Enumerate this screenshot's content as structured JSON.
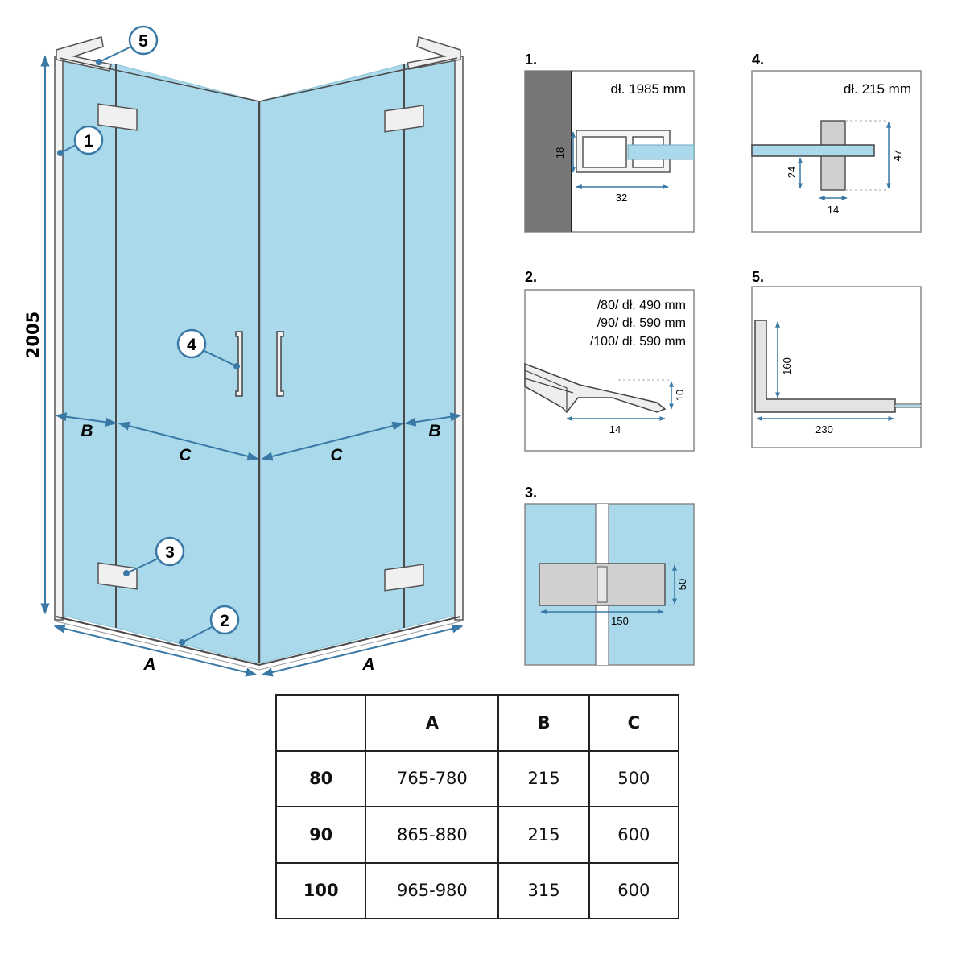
{
  "colors": {
    "glass": "#a9d9ea",
    "glass_edge": "#8cc3d6",
    "frame": "#777777",
    "dim_line": "#3a79a6",
    "wall": "#777777",
    "detail_bg": "#a9d9ea",
    "hardware": "#d9d9d9"
  },
  "main": {
    "height_label": "2005",
    "label_a_left": "A",
    "label_a_right": "A",
    "label_b_left": "B",
    "label_b_right": "B",
    "label_c_left": "C",
    "label_c_right": "C",
    "callouts": [
      "1",
      "2",
      "3",
      "4",
      "5"
    ]
  },
  "details": {
    "d1": {
      "number": "1.",
      "length": "dł. 1985 mm",
      "dim_h": "18",
      "dim_w": "32"
    },
    "d2": {
      "number": "2.",
      "lines": [
        "/80/ dł. 490 mm",
        "/90/ dł. 590 mm",
        "/100/ dł. 590 mm"
      ],
      "dim_h": "10",
      "dim_w": "14"
    },
    "d3": {
      "number": "3.",
      "dim_h": "50",
      "dim_w": "150"
    },
    "d4": {
      "number": "4.",
      "length": "dł. 215 mm",
      "dim_h_outer": "47",
      "dim_h_inner": "24",
      "dim_w": "14"
    },
    "d5": {
      "number": "5.",
      "dim_h": "160",
      "dim_w": "230"
    }
  },
  "table": {
    "headers": [
      "",
      "A",
      "B",
      "C"
    ],
    "rows": [
      [
        "80",
        "765-780",
        "215",
        "500"
      ],
      [
        "90",
        "865-880",
        "215",
        "600"
      ],
      [
        "100",
        "965-980",
        "315",
        "600"
      ]
    ]
  }
}
